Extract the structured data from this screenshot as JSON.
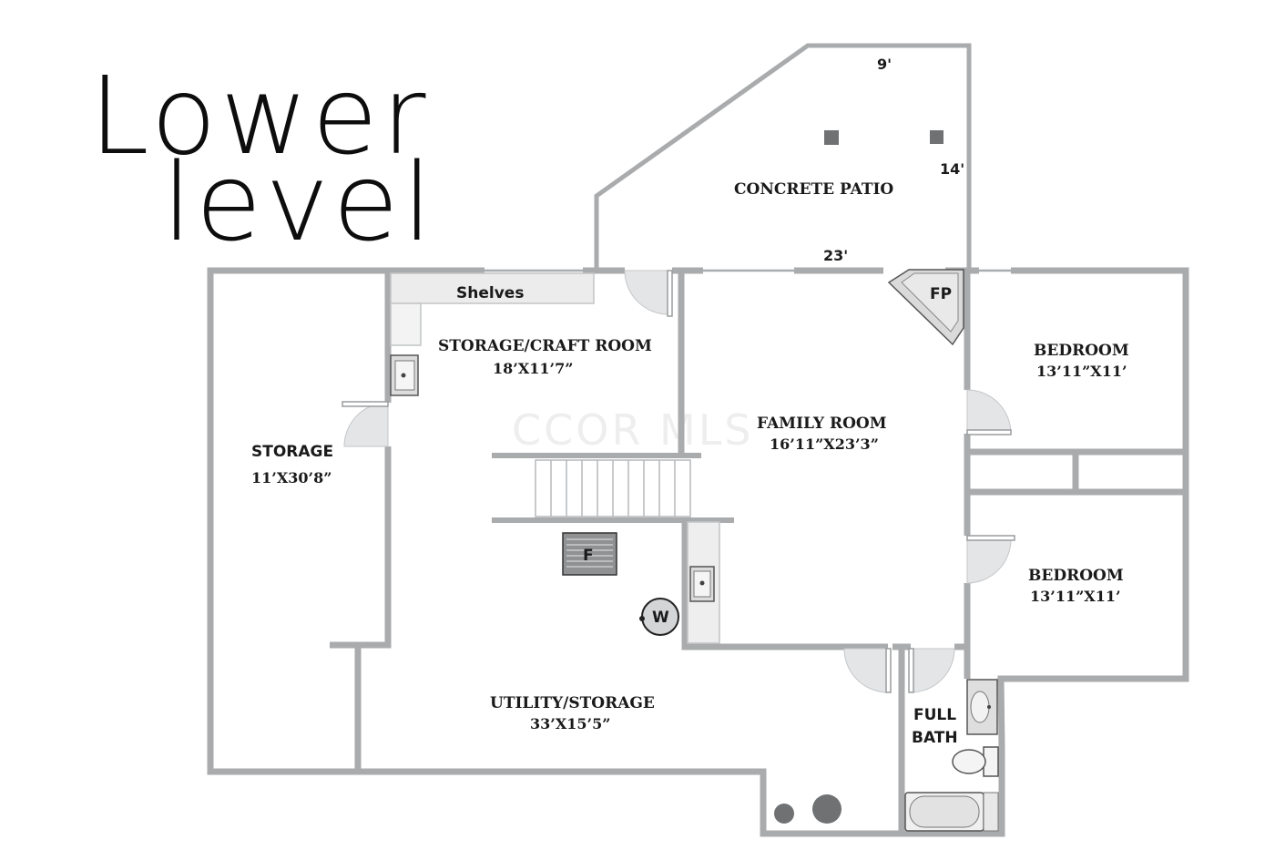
{
  "heading": {
    "line1": "Lower",
    "line2": "level"
  },
  "watermark": "CCOR MLS",
  "patio": {
    "label": "CONCRETE PATIO",
    "dim_top": "9'",
    "dim_side": "14'",
    "dim_bottom": "23'"
  },
  "shelves_label": "Shelves",
  "rooms": {
    "storage": {
      "name": "STORAGE",
      "size": "11’X30’8”"
    },
    "craft": {
      "name": "STORAGE/CRAFT ROOM",
      "size": "18’X11’7”"
    },
    "family": {
      "name": "FAMILY ROOM",
      "size": "16’11”X23’3”"
    },
    "bedroom1": {
      "name": "BEDROOM",
      "size": "13’11”X11’"
    },
    "bedroom2": {
      "name": "BEDROOM",
      "size": "13’11”X11’"
    },
    "utility": {
      "name": "UTILITY/STORAGE",
      "size": "33’X15’5”"
    },
    "bath": {
      "line1": "FULL",
      "line2": "BATH"
    }
  },
  "fixtures": {
    "fireplace": "FP",
    "furnace": "F",
    "water_heater": "W"
  },
  "colors": {
    "wall": "#a9abad",
    "text": "#1a1a1a",
    "fixture_dark": "#6f7173"
  }
}
